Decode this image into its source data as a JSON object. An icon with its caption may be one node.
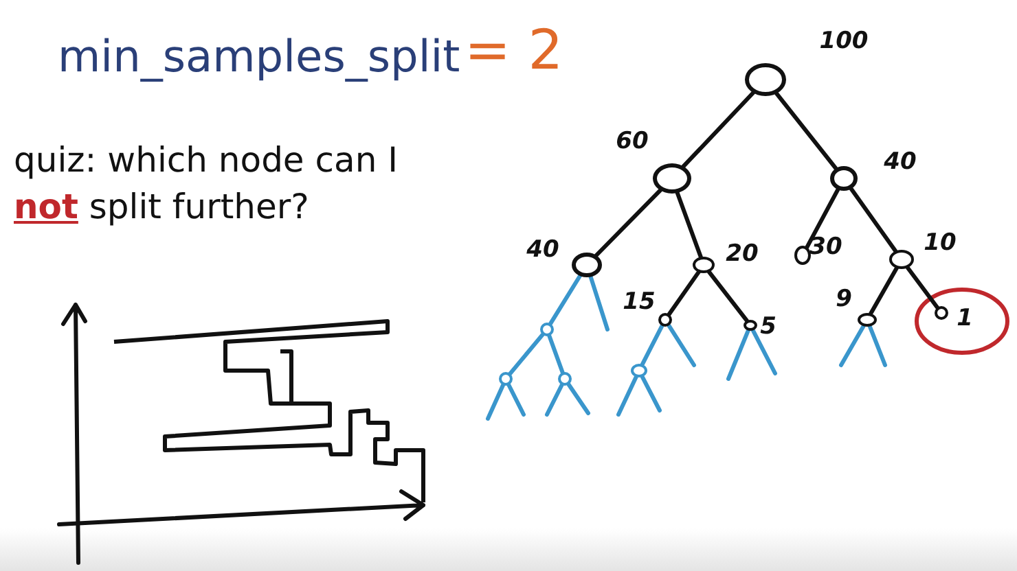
{
  "diagram": {
    "title": "min_samples_split",
    "nodes": [
      {
        "text": [],
        "shape": "circle",
        "beside": [
          "100"
        ]
      },
      {
        "text": [],
        "shape": "circle",
        "beside": [
          "60"
        ]
      },
      {
        "text": [],
        "shape": "circle",
        "beside": [
          "40"
        ]
      },
      {
        "text": [],
        "shape": "circle",
        "beside": [
          "40"
        ]
      },
      {
        "text": [],
        "shape": "circle",
        "beside": [
          "20"
        ]
      },
      {
        "text": [],
        "shape": "circle",
        "beside": [
          "30"
        ]
      },
      {
        "text": [],
        "shape": "circle",
        "beside": [
          "10"
        ]
      },
      {
        "text": [],
        "shape": "circle",
        "beside": [
          "15"
        ]
      },
      {
        "text": [],
        "shape": "circle",
        "beside": [
          "5"
        ]
      },
      {
        "text": [],
        "shape": "circle",
        "beside": [
          "9"
        ]
      },
      {
        "text": [],
        "shape": "circle",
        "beside": [
          "1"
        ]
      },
      {
        "text": [],
        "shape": "circle"
      },
      {
        "text": [],
        "shape": "circle"
      },
      {
        "text": [],
        "shape": "circle"
      },
      {
        "text": [],
        "shape": "circle"
      }
    ],
    "edges": [
      {
        "from": 0,
        "to": 1,
        "arrow": "none",
        "color": "#111111"
      },
      {
        "from": 0,
        "to": 2,
        "arrow": "none",
        "color": "#111111"
      },
      {
        "from": 1,
        "to": 3,
        "arrow": "none",
        "color": "#111111"
      },
      {
        "from": 1,
        "to": 4,
        "arrow": "none",
        "color": "#111111"
      },
      {
        "from": 2,
        "to": 5,
        "arrow": "none",
        "color": "#111111"
      },
      {
        "from": 2,
        "to": 6,
        "arrow": "none",
        "color": "#111111"
      },
      {
        "from": 4,
        "to": 7,
        "arrow": "none",
        "color": "#111111"
      },
      {
        "from": 4,
        "to": 8,
        "arrow": "none",
        "color": "#111111"
      },
      {
        "from": 6,
        "to": 9,
        "arrow": "none",
        "color": "#111111"
      },
      {
        "from": 6,
        "to": 10,
        "arrow": "none",
        "color": "#111111"
      },
      {
        "from": 3,
        "to": 11,
        "arrow": "none"
      },
      {
        "from": 3,
        "to": null,
        "arrow": "none"
      },
      {
        "from": 11,
        "to": 12,
        "arrow": "none"
      },
      {
        "from": 11,
        "to": 13,
        "arrow": "none"
      },
      {
        "from": 12,
        "to": null,
        "arrow": "none"
      },
      {
        "from": 12,
        "to": null,
        "arrow": "none"
      },
      {
        "from": 13,
        "to": null,
        "arrow": "none"
      },
      {
        "from": 13,
        "to": null,
        "arrow": "none"
      },
      {
        "from": 7,
        "to": 14,
        "arrow": "none"
      },
      {
        "from": 7,
        "to": null,
        "arrow": "none"
      },
      {
        "from": 14,
        "to": null,
        "arrow": "none"
      },
      {
        "from": 14,
        "to": null,
        "arrow": "none"
      },
      {
        "from": 8,
        "to": null,
        "arrow": "none"
      },
      {
        "from": 8,
        "to": null,
        "arrow": "none"
      },
      {
        "from": 9,
        "to": null,
        "arrow": "none"
      },
      {
        "from": 9,
        "to": null,
        "arrow": "none"
      }
    ],
    "labels": [
      "= 2",
      "quiz: which node can I **not** split further?"
    ]
  }
}
